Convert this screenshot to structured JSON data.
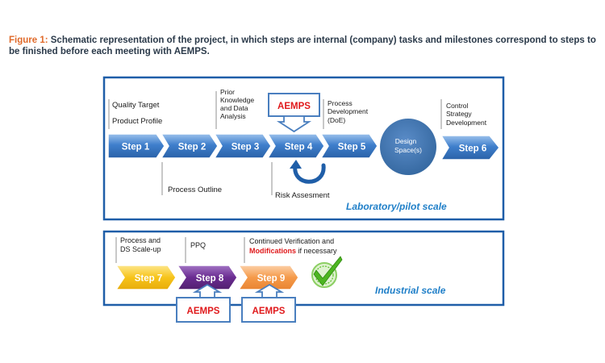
{
  "figure": {
    "label": "Figure 1:",
    "caption": "Schematic representation of the project, in which steps are internal (company) tasks and milestones correspond to steps to be finished before each meeting with AEMPS."
  },
  "lab_panel": {
    "scale_label": "Laboratory/pilot scale",
    "steps": [
      "Step 1",
      "Step 2",
      "Step 3",
      "Step 4",
      "Step 5",
      "Step 6"
    ],
    "design_space": [
      "Design",
      "Space(s)"
    ],
    "notes": {
      "quality_target": "Quality Target",
      "product_profile": "Product Profile",
      "prior_knowledge": [
        "Prior",
        "Knowledge",
        "and Data",
        "Analysis"
      ],
      "process_development": [
        "Process",
        "Development",
        "(DoE)"
      ],
      "control_strategy": [
        "Control",
        "Strategy",
        "Development"
      ],
      "process_outline": "Process Outline",
      "risk_assesment": "Risk Assesment"
    },
    "aemps": "AEMPS"
  },
  "industrial_panel": {
    "scale_label": "Industrial scale",
    "steps": [
      "Step 7",
      "Step 8",
      "Step 9"
    ],
    "notes": {
      "scale_up": [
        "Process and",
        "DS Scale-up"
      ],
      "ppq": "PPQ",
      "continued_verification": "Continued Verification and",
      "modifications": "Modifications",
      "if_necessary": " if necessary"
    },
    "aemps_1": "AEMPS",
    "aemps_2": "AEMPS"
  },
  "colors": {
    "panel_border": "#1f5ea8",
    "blue_arrow": "#3a78c2",
    "blue_arrow_light": "#a8c8ec",
    "design_space": "#3f72b5",
    "aemps_red": "#e0191b",
    "step7": "#f7c41a",
    "step8": "#6a2c91",
    "step9": "#f59a4a",
    "scale_label": "#1f7fc8",
    "check_green": "#5bbf2a"
  }
}
